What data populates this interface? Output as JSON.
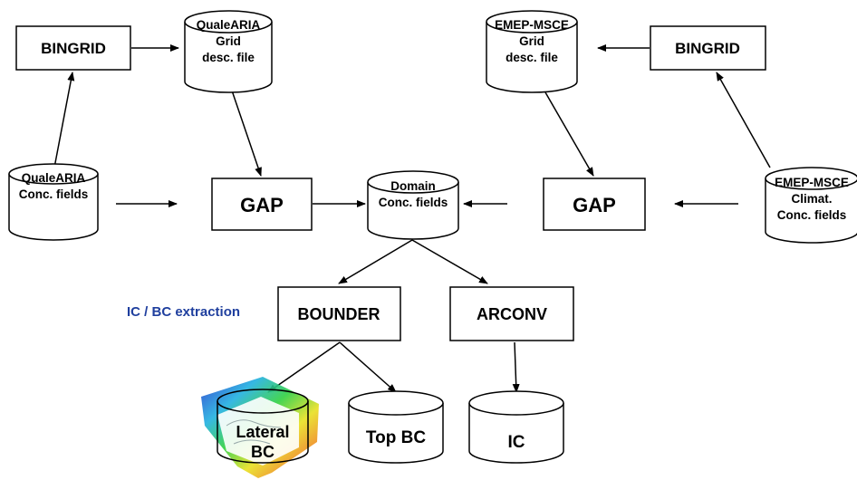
{
  "boxes": {
    "bingrid_left": "BINGRID",
    "bingrid_right": "BINGRID",
    "gap_left": "GAP",
    "gap_right": "GAP",
    "bounder": "BOUNDER",
    "arconv": "ARCONV"
  },
  "cylinders": {
    "qualearia_grid": [
      "QualeARIA",
      "Grid",
      "desc. file"
    ],
    "emep_grid": [
      "EMEP-MSCE",
      "Grid",
      "desc. file"
    ],
    "qualearia_conc": [
      "QualeARIA",
      "Conc. fields"
    ],
    "domain_conc": [
      "Domain",
      "Conc. fields"
    ],
    "emep_conc": [
      "EMEP-MSCE",
      "Climat.",
      "Conc. fields"
    ],
    "lateral_bc": [
      "Lateral",
      "BC"
    ],
    "top_bc": [
      "Top BC"
    ],
    "ic": [
      "IC"
    ]
  },
  "caption": "IC / BC extraction",
  "colors": {
    "caption": "#1f3f9e",
    "stroke": "#000000"
  }
}
